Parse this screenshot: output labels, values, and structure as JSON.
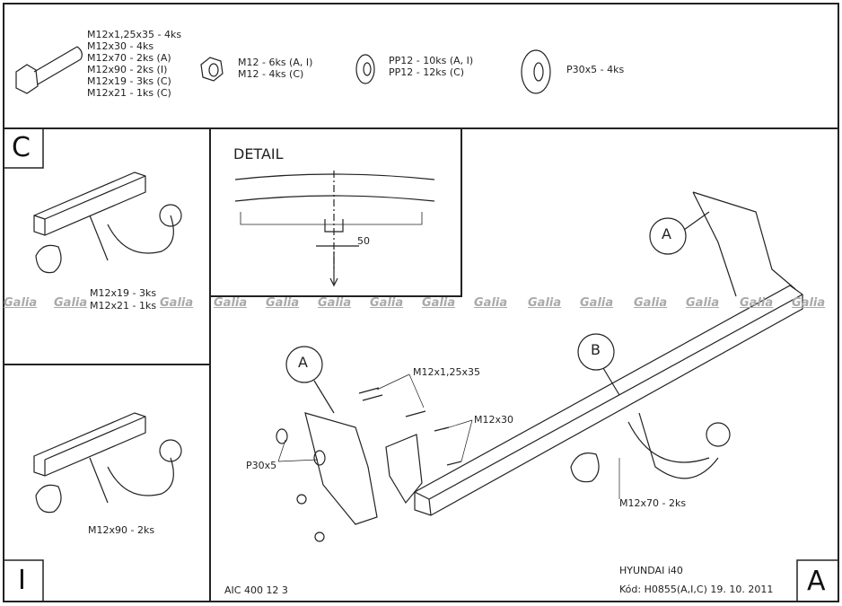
{
  "parts": {
    "bolts": [
      "M12x1,25x35 - 4ks",
      "M12x30 - 4ks",
      "M12x70 - 2ks (A)",
      "M12x90 - 2ks (I)",
      "M12x19 - 3ks (C)",
      "M12x21 - 1ks (C)"
    ],
    "nuts": [
      "M12 - 6ks (A, I)",
      "M12 - 4ks (C)"
    ],
    "washers": [
      "PP12 - 10ks (A, I)",
      "PP12 - 12ks (C)"
    ],
    "large_washer": [
      "P30x5 - 4ks"
    ]
  },
  "panel_c": {
    "label": "C",
    "callouts": [
      "M12x19 - 3ks",
      "M12x21 - 1ks"
    ]
  },
  "panel_i": {
    "label": "I",
    "callouts": [
      "M12x90 - 2ks"
    ]
  },
  "detail": {
    "title": "DETAIL",
    "dimension": "50"
  },
  "main": {
    "balloons": [
      "A",
      "A",
      "B"
    ],
    "callouts": {
      "m35": "M12x1,25x35",
      "m30": "M12x30",
      "p30": "P30x5",
      "m70": "M12x70 - 2ks"
    }
  },
  "watermark": "Galia",
  "footer": {
    "code_left": "AIC 400 12 3",
    "vehicle": "HYUNDAI i40",
    "code": "Kód: H0855(A,I,C)  19. 10. 2011",
    "variant": "A"
  }
}
